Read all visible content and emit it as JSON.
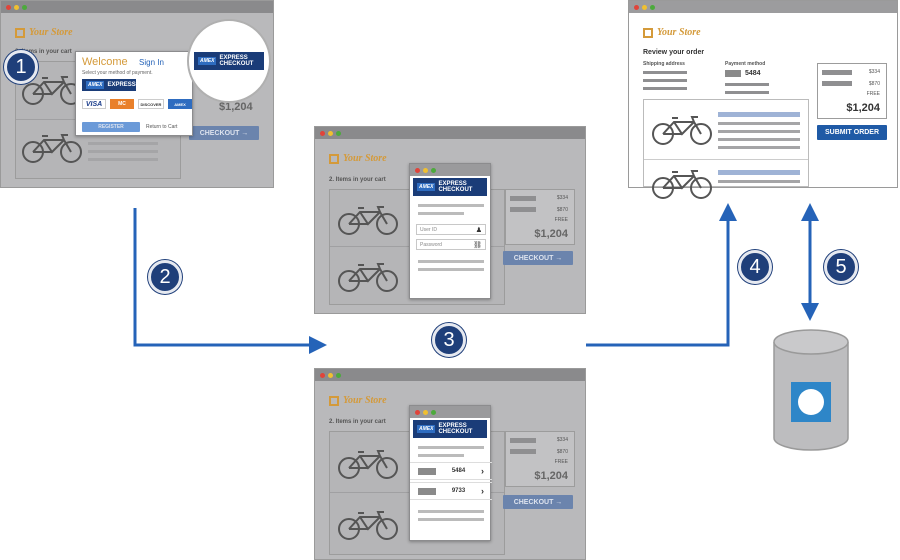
{
  "store_name": "Your Store",
  "cart_heading": "2. Items in your cart",
  "review": {
    "heading": "Review your order",
    "shipping_label": "Shipping address",
    "payment_label": "Payment method",
    "card_last4": "5484",
    "submit": "SUBMIT ORDER"
  },
  "prices": {
    "item1": "$334",
    "item2": "$870",
    "shipping": "FREE",
    "total": "$1,204"
  },
  "checkout_label": "CHECKOUT →",
  "welcome_popup": {
    "welcome": "Welcome",
    "sign_in": "Sign In",
    "instruction": "Select your method of payment.",
    "register": "REGISTER",
    "return": "Return to Cart",
    "cards": [
      "VISA",
      "MC",
      "DISCOVER",
      "AMEX"
    ]
  },
  "amex": {
    "brand": "AMEX",
    "line1": "EXPRESS",
    "line2": "CHECKOUT"
  },
  "login": {
    "user_placeholder": "User ID",
    "password_placeholder": "Password"
  },
  "card_list": [
    "5484",
    "9733"
  ],
  "steps": [
    "1",
    "2",
    "3",
    "4",
    "5"
  ],
  "colors": {
    "step": "#1f3f7a",
    "arrow": "#2563b8",
    "amex": "#1a3c78",
    "accent": "#d49a3a"
  },
  "icons": [
    "bicycle-icon",
    "user-icon",
    "lock-icon",
    "chevron-right-icon",
    "database-icon"
  ]
}
